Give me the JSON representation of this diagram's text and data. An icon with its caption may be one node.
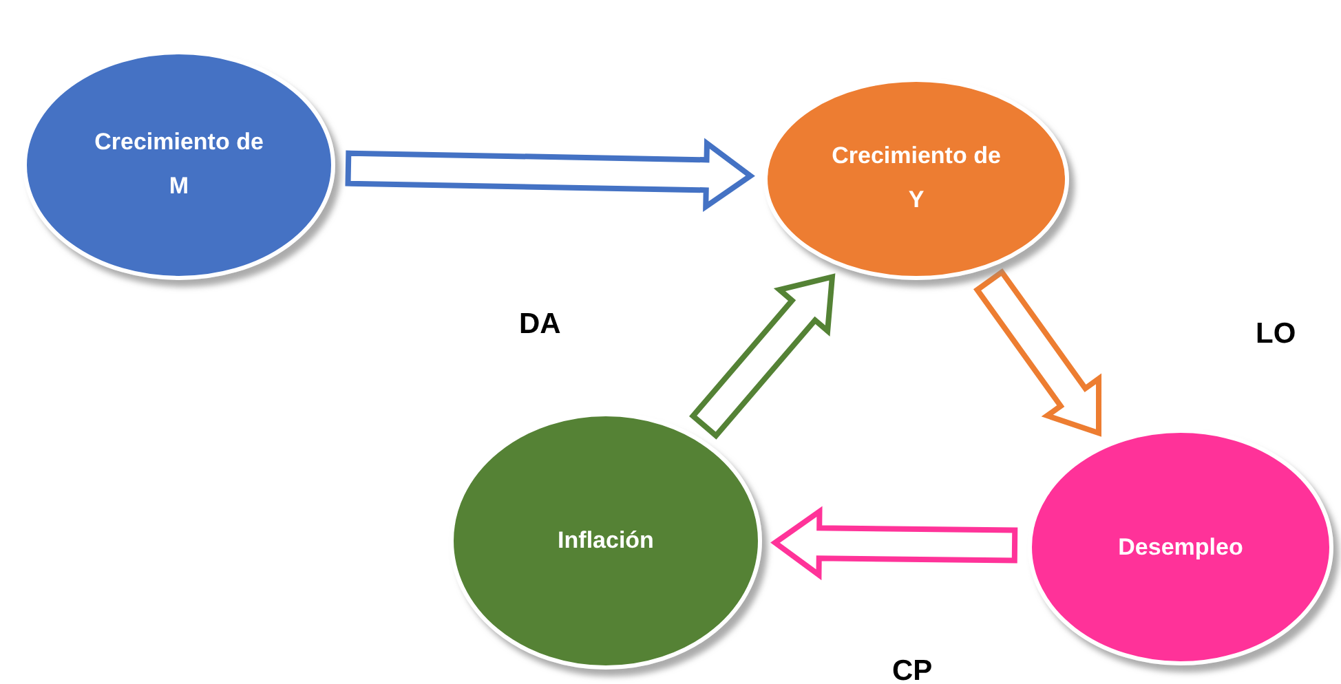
{
  "diagram": {
    "nodes": [
      {
        "text": [
          "Crecimiento de M"
        ]
      },
      {
        "text": [
          "Crecimiento de Y"
        ]
      },
      {
        "text": [
          "Desempleo"
        ]
      },
      {
        "text": [
          "Inflación"
        ]
      }
    ],
    "edges": [
      {
        "from": 0,
        "to": 1,
        "arrow": "to",
        "color": "#4472c4"
      },
      {
        "from": 1,
        "to": 2,
        "arrow": "to",
        "color": "#ed7d31"
      },
      {
        "from": 2,
        "to": 3,
        "arrow": "to",
        "color": "#ff3399"
      },
      {
        "from": 3,
        "to": 1,
        "arrow": "to",
        "color": "#548235"
      }
    ],
    "labels": [
      "DA",
      "LO",
      "CP"
    ]
  }
}
